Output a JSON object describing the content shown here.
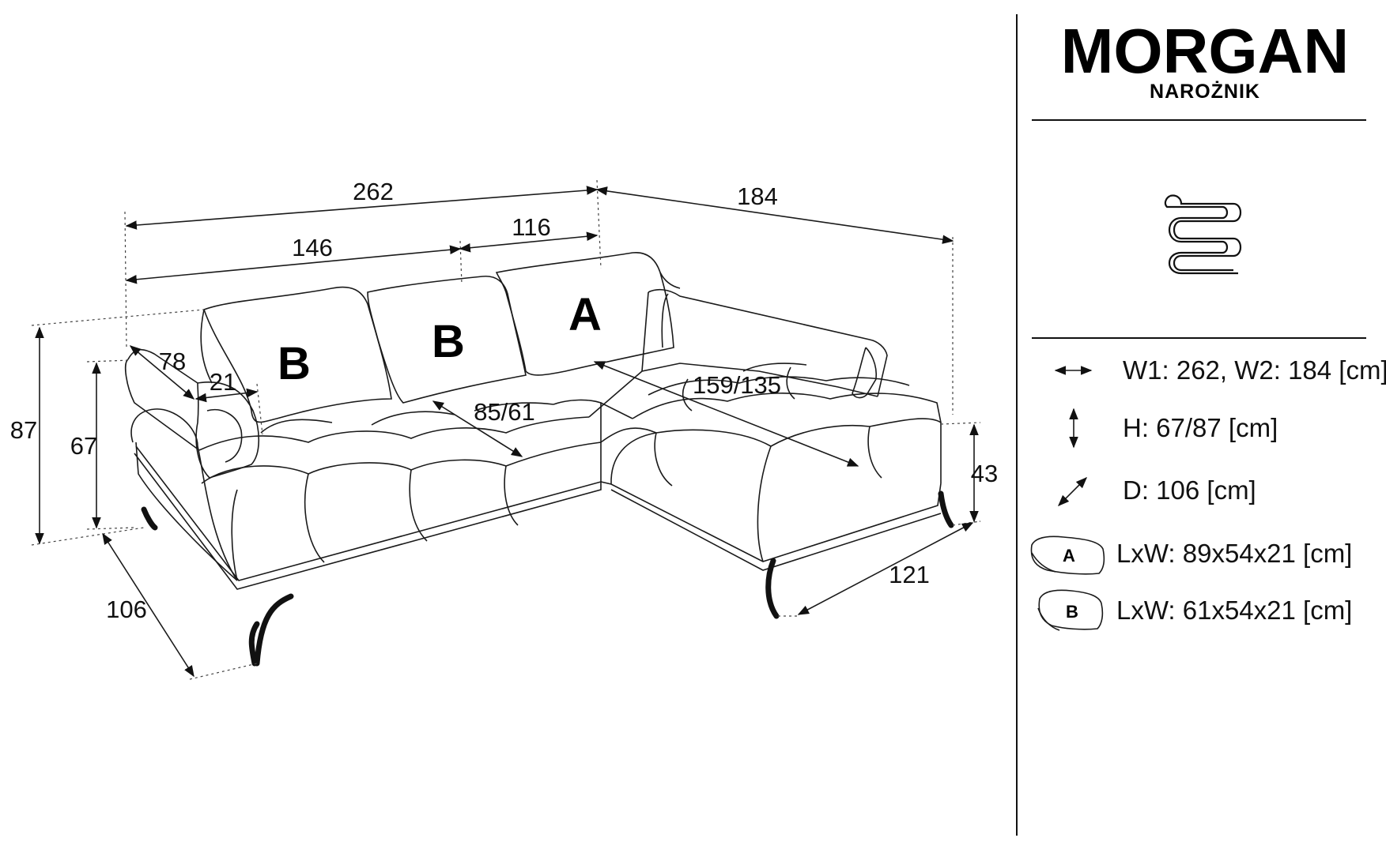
{
  "header": {
    "brand": "MORGAN",
    "subtitle": "NAROŻNIK"
  },
  "dimensions": {
    "total_width": "262",
    "right_width": "184",
    "left_section": "146",
    "mid_section": "116",
    "armrest_depth": "78",
    "armrest_width": "21",
    "height_total": "87",
    "height_back": "67",
    "seat_height": "43",
    "depth": "106",
    "chaise_width": "121",
    "seat_depth": "85/61",
    "chaise_depth": "159/135"
  },
  "cushions": {
    "a": "A",
    "b1": "B",
    "b2": "B"
  },
  "specs": [
    {
      "icon": "horizontal-double-arrow-icon",
      "text": "W1: 262, W2: 184 [cm]"
    },
    {
      "icon": "vertical-double-arrow-icon",
      "text": "H: 67/87 [cm]"
    },
    {
      "icon": "diagonal-double-arrow-icon",
      "text": "D: 106 [cm]"
    },
    {
      "icon": "cushion-a-icon",
      "badge": "A",
      "text": "LxW: 89x54x21 [cm]"
    },
    {
      "icon": "cushion-b-icon",
      "badge": "B",
      "text": "LxW: 61x54x21 [cm]"
    }
  ],
  "icons": {
    "spring": "zigzag-spring-icon"
  }
}
